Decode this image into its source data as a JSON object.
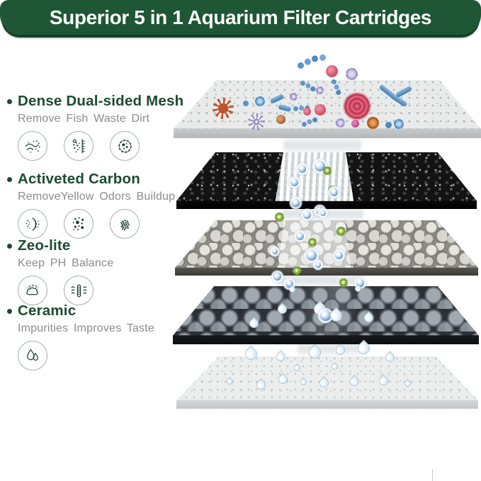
{
  "header": {
    "title": "Superior 5 in 1 Aquarium Filter Cartridges"
  },
  "sections": [
    {
      "title": "Dense Dual-sided Mesh",
      "subtitle": "Remove Fish Waste Dirt",
      "icons": [
        "wind-waste-icon",
        "dirt-mesh-icon",
        "germ-icon"
      ]
    },
    {
      "title": "Activeted Carbon",
      "subtitle": "RemoveYellow  Odors  Buildup",
      "icons": [
        "carbon-filter-icon",
        "odor-particles-icon",
        "carbon-granules-icon"
      ]
    },
    {
      "title": "Zeo-lite",
      "subtitle": "Keep PH Balance",
      "icons": [
        "stone-absorb-icon",
        "ion-exchange-icon"
      ]
    },
    {
      "title": "Ceramic",
      "subtitle": "Impurities  Improves Taste",
      "icons": [
        "water-drops-icon"
      ]
    }
  ],
  "layers": [
    "dense-dual-sided-mesh",
    "activated-carbon",
    "zeolite",
    "ceramic",
    "clean-water-pad"
  ],
  "colors": {
    "banner_green": "#1f5636",
    "banner_shadow": "#16402a",
    "title_green": "#1c4a31",
    "subtitle_gray": "#8c8c8c",
    "bubble_blue": "#3e78bc",
    "germ_green": "#8fb33d"
  }
}
